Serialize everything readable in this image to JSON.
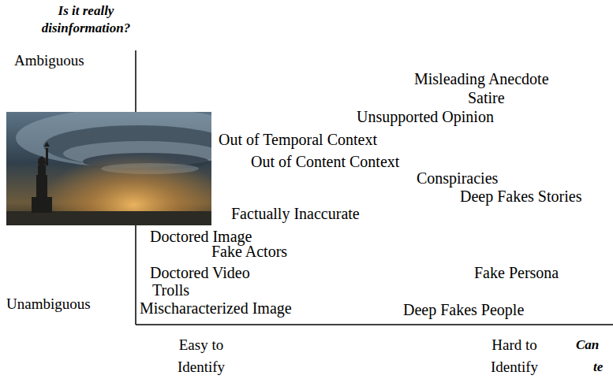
{
  "diagram": {
    "labels": [
      "Is it really disinformation?",
      "Ambiguous",
      "Misleading Anecdote",
      "Satire",
      "Unsupported Opinion",
      "Out of Temporal Context",
      "Out of Content Context",
      "Conspiracies",
      "Deep Fakes Stories",
      "Factually Inaccurate",
      "Doctored Image",
      "Fake Actors",
      "Doctored Video",
      "Fake Persona",
      "Trolls",
      "Unambiguous",
      "Mischaracterized Image",
      "Deep Fakes People",
      "Easy to Identify",
      "Hard to Identify",
      "Can",
      "te"
    ]
  }
}
